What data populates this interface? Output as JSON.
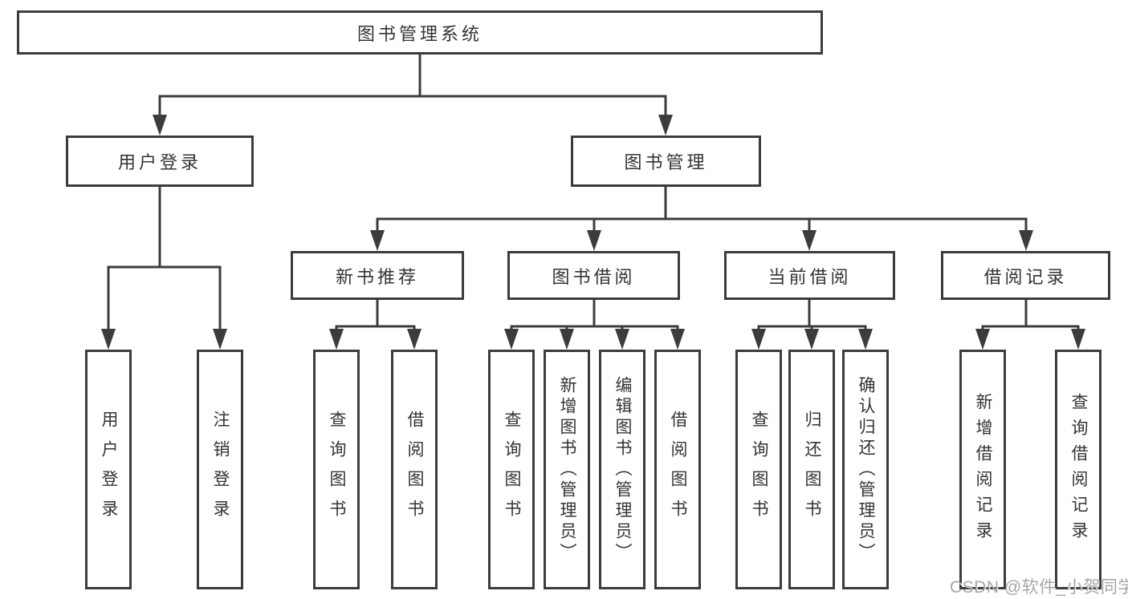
{
  "diagram": {
    "root": {
      "label": "图书管理系统"
    },
    "level2": [
      {
        "label": "用户登录"
      },
      {
        "label": "图书管理"
      }
    ],
    "level3": [
      {
        "label": "新书推荐"
      },
      {
        "label": "图书借阅"
      },
      {
        "label": "当前借阅"
      },
      {
        "label": "借阅记录"
      }
    ],
    "leaves": [
      {
        "label": "用户登录"
      },
      {
        "label": "注销登录"
      },
      {
        "label": "查询图书"
      },
      {
        "label": "借阅图书"
      },
      {
        "label": "查询图书"
      },
      {
        "label": "新增图书（管理员）"
      },
      {
        "label": "编辑图书（管理员）"
      },
      {
        "label": "借阅图书"
      },
      {
        "label": "查询图书"
      },
      {
        "label": "归还图书"
      },
      {
        "label": "确认归还（管理员）"
      },
      {
        "label": "新增借阅记录"
      },
      {
        "label": "查询借阅记录"
      }
    ]
  },
  "colors": {
    "line": "#3c3c3c",
    "text": "#333333",
    "watermark": "#a6a6a6"
  },
  "watermark": {
    "text": "CSDN @软件_小贺同学"
  }
}
